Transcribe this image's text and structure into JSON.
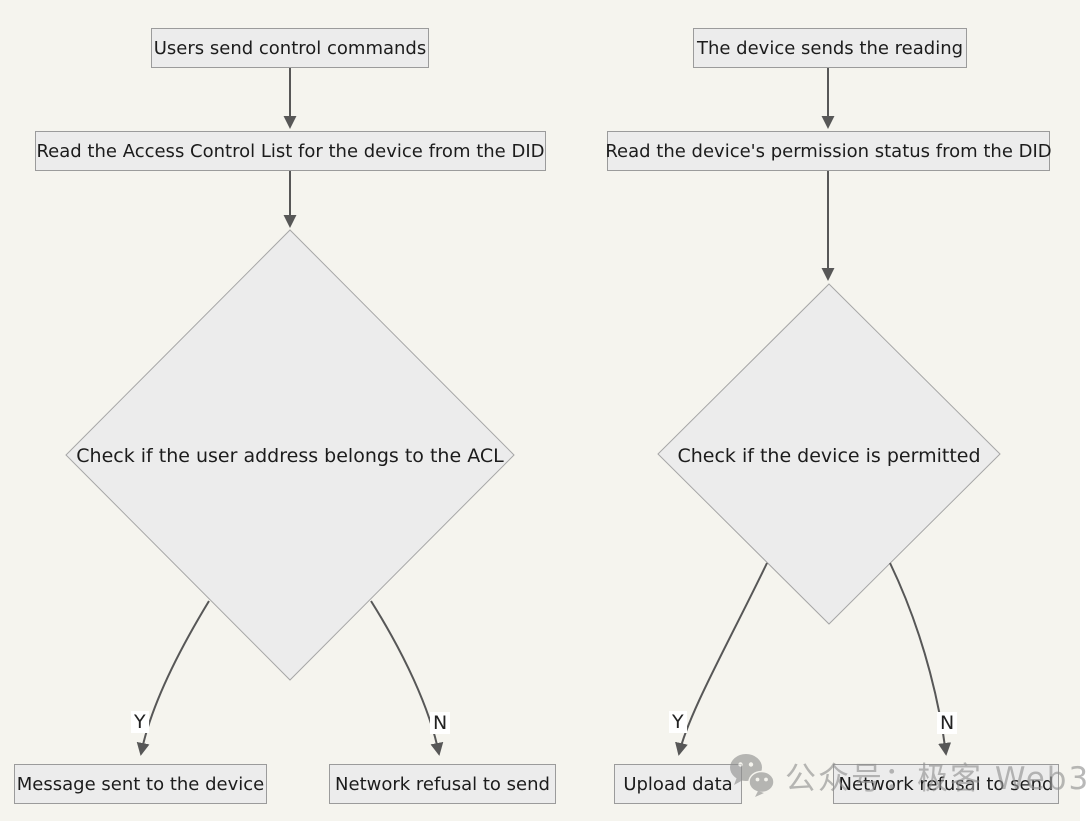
{
  "canvas": {
    "background_color": "#f5f4ee",
    "node_fill": "#ececec",
    "node_border_color": "#9b9b9b",
    "line_color": "#575757",
    "text_color": "#1c1c1c"
  },
  "left_flow": {
    "start": "Users send control commands",
    "step": "Read the Access Control List for the device from the DID",
    "decision": "Check if the user address belongs to the ACL",
    "yes_label": "Y",
    "no_label": "N",
    "yes_result": "Message sent to the device",
    "no_result": "Network refusal to send"
  },
  "right_flow": {
    "start": "The device sends the reading",
    "step": "Read the device's permission status from the DID",
    "decision": "Check if the device is permitted",
    "yes_label": "Y",
    "no_label": "N",
    "yes_result": "Upload data",
    "no_result": "Network refusal to send"
  },
  "watermark": {
    "icon": "wechat-icon",
    "text": "公众号：极客 Web3",
    "color": "#8f8f8f"
  }
}
